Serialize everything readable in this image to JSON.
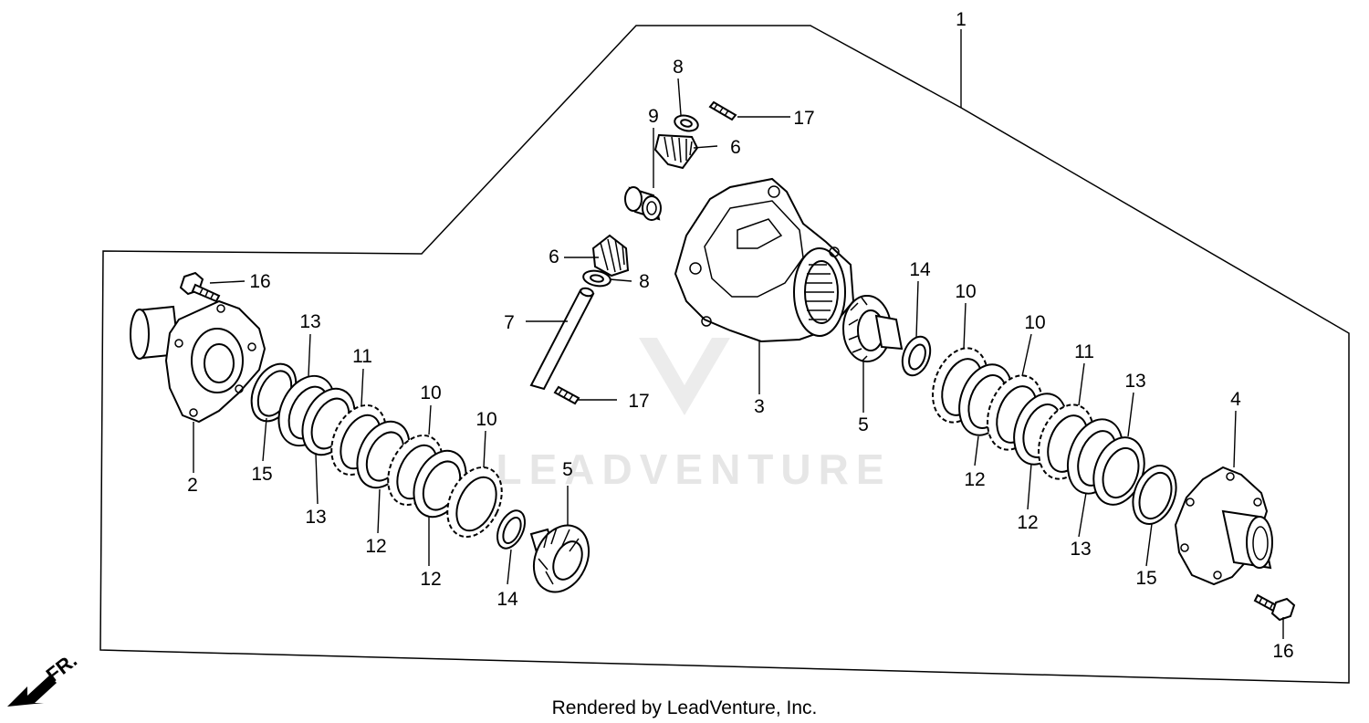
{
  "diagram": {
    "assembly_number": "1",
    "callouts": [
      {
        "id": "c-16-left",
        "text": "16"
      },
      {
        "id": "c-2",
        "text": "2"
      },
      {
        "id": "c-15-left",
        "text": "15"
      },
      {
        "id": "c-13-left-top",
        "text": "13"
      },
      {
        "id": "c-13-left-bottom",
        "text": "13"
      },
      {
        "id": "c-11-left",
        "text": "11"
      },
      {
        "id": "c-12-left-a",
        "text": "12"
      },
      {
        "id": "c-10-left-a",
        "text": "10"
      },
      {
        "id": "c-12-left-b",
        "text": "12"
      },
      {
        "id": "c-10-left-b",
        "text": "10"
      },
      {
        "id": "c-5-left",
        "text": "5"
      },
      {
        "id": "c-14-left",
        "text": "14"
      },
      {
        "id": "c-7",
        "text": "7"
      },
      {
        "id": "c-6-lower",
        "text": "6"
      },
      {
        "id": "c-8-lower",
        "text": "8"
      },
      {
        "id": "c-17-lower",
        "text": "17"
      },
      {
        "id": "c-9",
        "text": "9"
      },
      {
        "id": "c-8-upper",
        "text": "8"
      },
      {
        "id": "c-6-upper",
        "text": "6"
      },
      {
        "id": "c-17-upper",
        "text": "17"
      },
      {
        "id": "c-3",
        "text": "3"
      },
      {
        "id": "c-5-right",
        "text": "5"
      },
      {
        "id": "c-14-right",
        "text": "14"
      },
      {
        "id": "c-10-right-a",
        "text": "10"
      },
      {
        "id": "c-12-right-a",
        "text": "12"
      },
      {
        "id": "c-10-right-b",
        "text": "10"
      },
      {
        "id": "c-12-right-b",
        "text": "12"
      },
      {
        "id": "c-11-right",
        "text": "11"
      },
      {
        "id": "c-13-right-top",
        "text": "13"
      },
      {
        "id": "c-13-right-bottom",
        "text": "13"
      },
      {
        "id": "c-15-right",
        "text": "15"
      },
      {
        "id": "c-4",
        "text": "4"
      },
      {
        "id": "c-16-right",
        "text": "16"
      }
    ],
    "front_direction_label": "FR.",
    "watermark_text": "LEADVENTURE"
  },
  "footer": {
    "credit": "Rendered by LeadVenture, Inc."
  }
}
